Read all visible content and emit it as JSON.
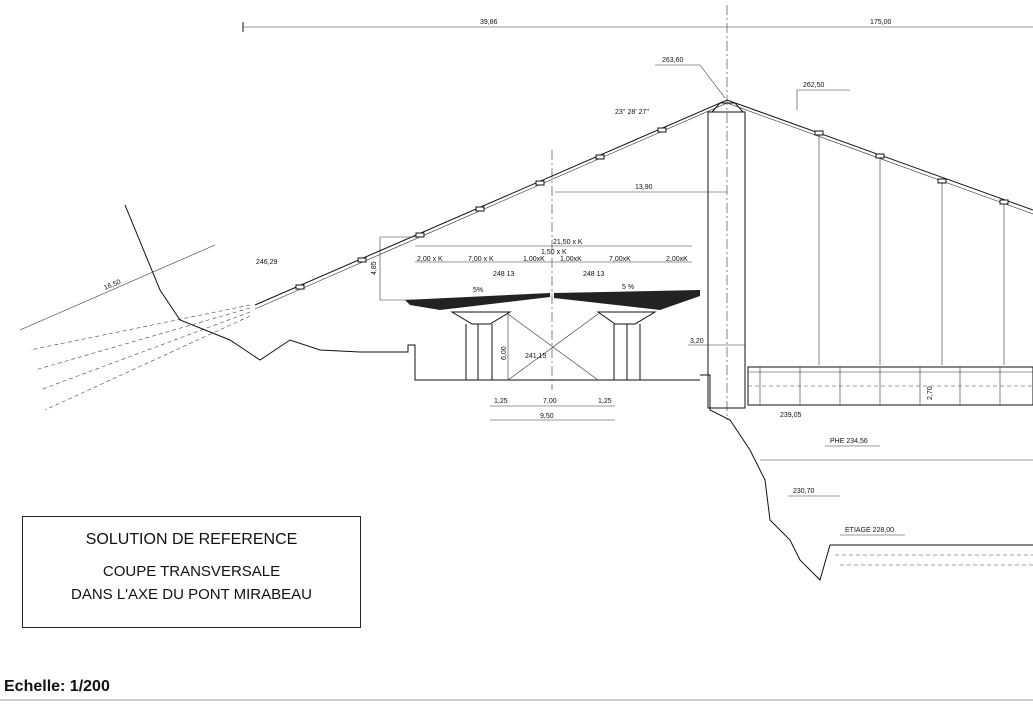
{
  "dimensions": {
    "top_left": "39,86",
    "top_right": "175,00",
    "pylon_top": "263,60",
    "saddle_right": "262,50",
    "angle": "23° 28' 27''",
    "pylon_offset": "13,90",
    "anchor_level": "246,29",
    "anchor_length": "16,50",
    "deck_height": "4,85",
    "deck_width": "21,50 x K",
    "median": "1,50 x K",
    "sidewalk_left": "2,00 x K",
    "lane_left": "7,00 x K",
    "strip_left": "1,00xK",
    "strip_right": "1,00xK",
    "lane_right": "7,00xK",
    "sidewalk_right": "2,00xK",
    "level_left": "248 13",
    "level_right": "248 13",
    "slope_left": "5%",
    "slope_right": "5 %",
    "clearance": "6,00",
    "road_level": "241,15",
    "pier_left": "1,25",
    "road_width": "7,00",
    "pier_right": "1,25",
    "base_width": "9,50",
    "pylon_width": "3,20",
    "old_deck_level": "239,05",
    "old_deck_height": "2,70",
    "phe": "PHE 234,56",
    "bank_level": "230,70",
    "etiage": "ETIAGE 228,00"
  },
  "title_block": {
    "line1": "SOLUTION  DE  REFERENCE",
    "line2": "COUPE TRANSVERSALE",
    "line3": "DANS L'AXE DU PONT MIRABEAU"
  },
  "scale": "Echelle: 1/200"
}
